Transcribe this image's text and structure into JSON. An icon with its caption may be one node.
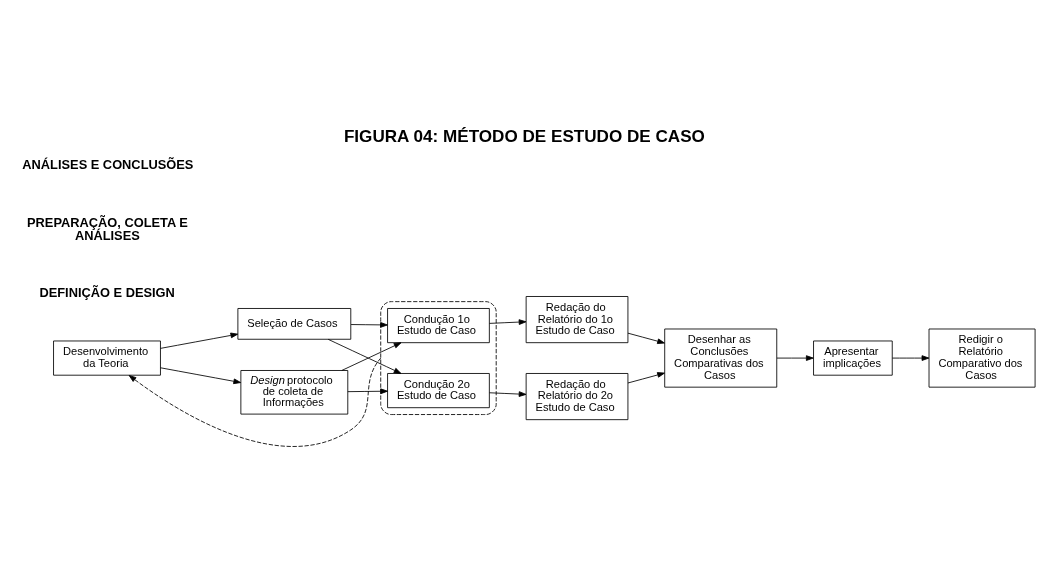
{
  "diagram": {
    "title": "FIGURA 04: MÉTODO DE ESTUDO DE CASO",
    "nodes": [
      {
        "text": [
          "Desenvolvimento da Teoria"
        ]
      },
      {
        "text": [
          "Seleção de Casos"
        ]
      },
      {
        "text": [
          "*Design* protocolo de coleta de Informações"
        ]
      },
      {
        "text": [],
        "shape": "ellipse"
      },
      {
        "text": [
          "Condução 1o Estudo de Caso"
        ],
        "in": 3
      },
      {
        "text": [
          "Condução 2o Estudo de Caso"
        ],
        "in": 3
      },
      {
        "text": [
          "Redação do Relatório do 1o Estudo de Caso"
        ]
      },
      {
        "text": [
          "Redação do Relatório do 2o Estudo de Caso"
        ]
      },
      {
        "text": [
          "Desenhar as Conclusões Comparativas dos Casos"
        ]
      },
      {
        "text": [
          "Apresentar implicações"
        ]
      },
      {
        "text": [
          "Redigir o Relatório Comparativo dos Casos"
        ]
      }
    ],
    "edges": [
      {
        "from": 0,
        "to": 1,
        "arrow": "to"
      },
      {
        "from": 0,
        "to": 2,
        "arrow": "to"
      },
      {
        "from": 1,
        "to": 4,
        "arrow": "to"
      },
      {
        "from": 1,
        "to": 5,
        "arrow": "to"
      },
      {
        "from": 2,
        "to": 4,
        "arrow": "to"
      },
      {
        "from": 2,
        "to": 5,
        "arrow": "to"
      },
      {
        "from": 4,
        "to": 6,
        "arrow": "to"
      },
      {
        "from": 5,
        "to": 7,
        "arrow": "to"
      },
      {
        "from": 6,
        "to": 8,
        "arrow": "to"
      },
      {
        "from": 7,
        "to": 8,
        "arrow": "to"
      },
      {
        "from": 8,
        "to": 9,
        "arrow": "to"
      },
      {
        "from": 9,
        "to": 10,
        "arrow": "to"
      },
      {
        "from": 3,
        "to": 0,
        "arrow": "to",
        "style": "dashed"
      }
    ],
    "labels": [
      "DEFINIÇÃO E DESIGN",
      "PREPARAÇÃO, COLETA E ANÁLISES",
      "ANÁLISES E CONCLUSÕES"
    ]
  }
}
